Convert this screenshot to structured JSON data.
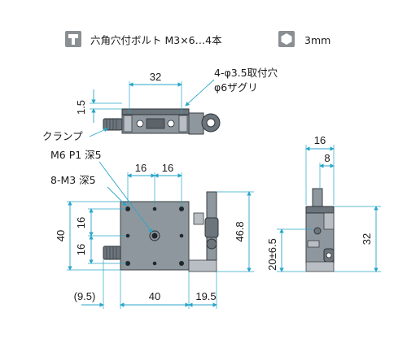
{
  "header": {
    "bolt_icon": "hex-socket-bolt-icon",
    "bolt_text": "六角穴付ボルト M3×6…4本",
    "wrench_icon": "hex-wrench-icon",
    "wrench_text": "3mm"
  },
  "top_view": {
    "dim_width": "32",
    "dim_height": "1.5",
    "hole_note_1": "4-φ3.5取付穴",
    "hole_note_2": "φ6ザグリ",
    "clamp_label": "クランプ"
  },
  "front_view": {
    "thread_note": "M6 P1 深5",
    "hole_note": "8-M3 深5",
    "dim_top_left": "16",
    "dim_top_right": "16",
    "dim_left_upper": "16",
    "dim_left_lower": "16",
    "dim_left_total": "40",
    "dim_right_height": "46.8",
    "dim_bottom_offset": "(9.5)",
    "dim_bottom_width": "40",
    "dim_bottom_right": "19.5"
  },
  "side_view": {
    "dim_top_total": "16",
    "dim_top_half": "8",
    "dim_left_height": "20±6.5",
    "dim_right_height": "32"
  },
  "colors": {
    "dimension": "#2aa6c8",
    "body": "#8f979e",
    "outline": "#3a3f44"
  }
}
